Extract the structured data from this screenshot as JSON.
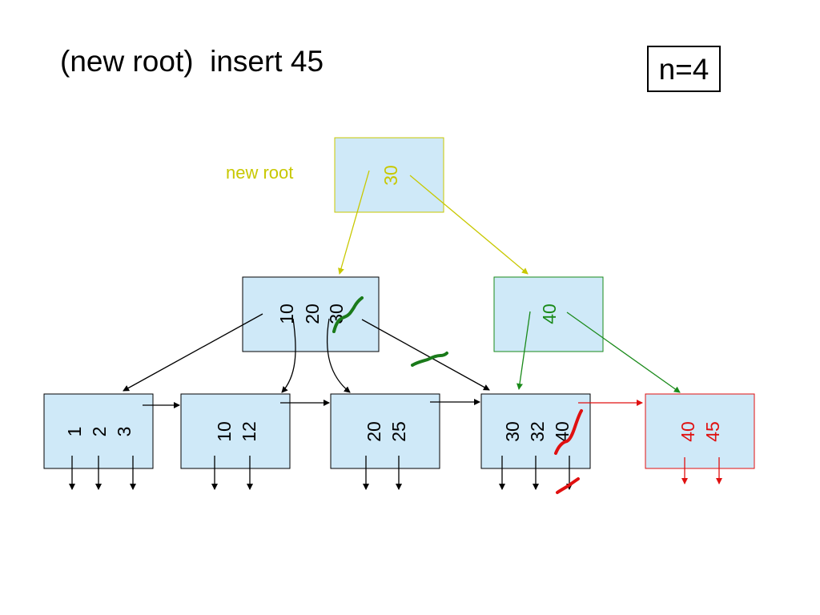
{
  "slide": {
    "title": "(new root)  insert 45",
    "badge": "n=4",
    "new_root_label": "new root"
  },
  "colors": {
    "new_root": "#c8c800",
    "split_inner": "#1a8a1a",
    "split_leaf": "#e01010",
    "default": "#000000",
    "node_fill": "#cfe9f8"
  },
  "nodes": {
    "root": {
      "keys": [
        "30"
      ],
      "color": "new_root"
    },
    "inner_left": {
      "keys": [
        "10",
        "20",
        "30"
      ],
      "color": "default",
      "struck_key": "30"
    },
    "inner_right": {
      "keys": [
        "40"
      ],
      "color": "split_inner"
    },
    "leaf_1": {
      "keys": [
        "1",
        "2",
        "3"
      ],
      "color": "default"
    },
    "leaf_2": {
      "keys": [
        "10",
        "12"
      ],
      "color": "default"
    },
    "leaf_3": {
      "keys": [
        "20",
        "25"
      ],
      "color": "default"
    },
    "leaf_4": {
      "keys": [
        "30",
        "32",
        "40"
      ],
      "color": "default",
      "struck_key": "40"
    },
    "leaf_5": {
      "keys": [
        "40",
        "45"
      ],
      "color": "split_leaf"
    }
  }
}
